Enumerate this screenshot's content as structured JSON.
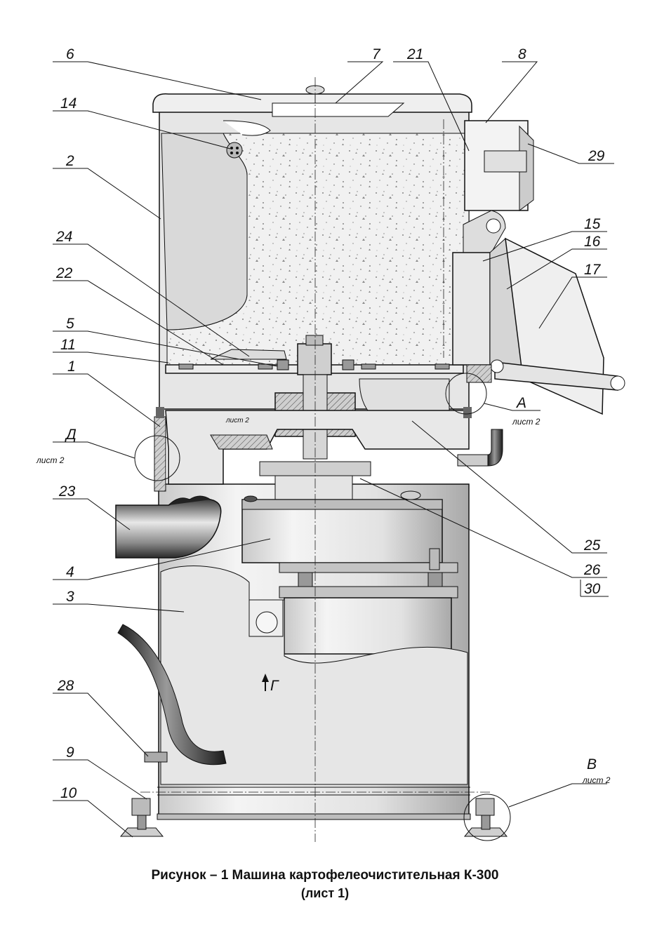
{
  "caption": {
    "line1": "Рисунок – 1 Машина картофелеочистительная К-300",
    "line2": "(лист 1)"
  },
  "callouts": [
    {
      "id": "6",
      "text": "6"
    },
    {
      "id": "7",
      "text": "7"
    },
    {
      "id": "21",
      "text": "21"
    },
    {
      "id": "8",
      "text": "8"
    },
    {
      "id": "14",
      "text": "14"
    },
    {
      "id": "29",
      "text": "29"
    },
    {
      "id": "2",
      "text": "2"
    },
    {
      "id": "15",
      "text": "15"
    },
    {
      "id": "24",
      "text": "24"
    },
    {
      "id": "16",
      "text": "16"
    },
    {
      "id": "17",
      "text": "17"
    },
    {
      "id": "22",
      "text": "22"
    },
    {
      "id": "5",
      "text": "5"
    },
    {
      "id": "11",
      "text": "11"
    },
    {
      "id": "1",
      "text": "1"
    },
    {
      "id": "23",
      "text": "23"
    },
    {
      "id": "4",
      "text": "4"
    },
    {
      "id": "3",
      "text": "3"
    },
    {
      "id": "25",
      "text": "25"
    },
    {
      "id": "26",
      "text": "26"
    },
    {
      "id": "30",
      "text": "30"
    },
    {
      "id": "28",
      "text": "28"
    },
    {
      "id": "9",
      "text": "9"
    },
    {
      "id": "10",
      "text": "10"
    }
  ],
  "detail_views": {
    "A": {
      "letter": "А",
      "sheet": "лист 2"
    },
    "D": {
      "letter": "Д",
      "sheet": "лист 2"
    },
    "V": {
      "letter": "В",
      "sheet": "лист 2"
    },
    "G": {
      "letter": "Г"
    }
  },
  "inner_note": "лист 2"
}
